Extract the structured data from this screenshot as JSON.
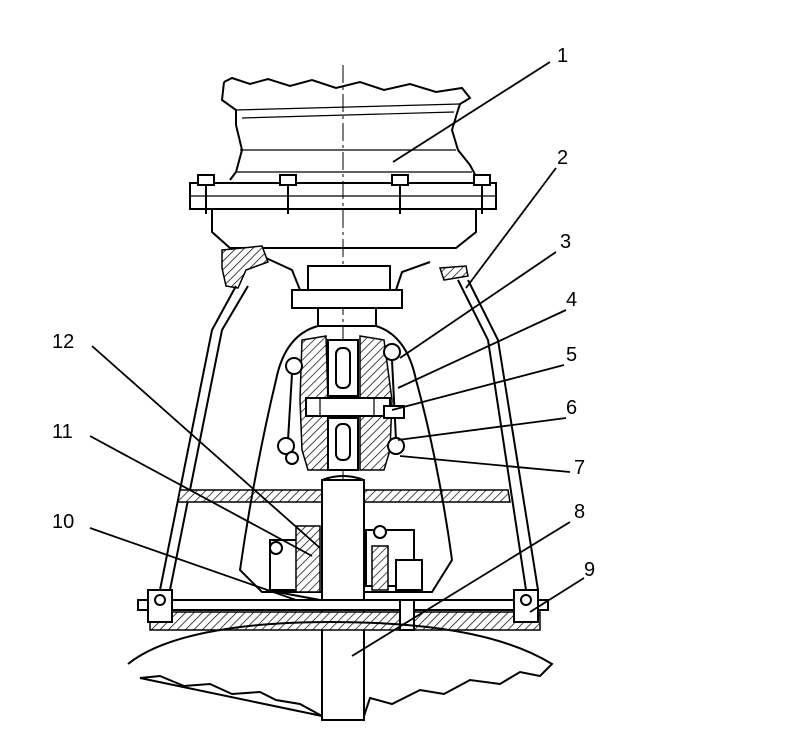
{
  "diagram": {
    "callouts": [
      {
        "id": "1",
        "label": "1"
      },
      {
        "id": "2",
        "label": "2"
      },
      {
        "id": "3",
        "label": "3"
      },
      {
        "id": "4",
        "label": "4"
      },
      {
        "id": "5",
        "label": "5"
      },
      {
        "id": "6",
        "label": "6"
      },
      {
        "id": "7",
        "label": "7"
      },
      {
        "id": "8",
        "label": "8"
      },
      {
        "id": "9",
        "label": "9"
      },
      {
        "id": "10",
        "label": "10"
      },
      {
        "id": "11",
        "label": "11"
      },
      {
        "id": "12",
        "label": "12"
      }
    ],
    "colors": {
      "ink": "#000000",
      "paper": "#ffffff"
    }
  }
}
